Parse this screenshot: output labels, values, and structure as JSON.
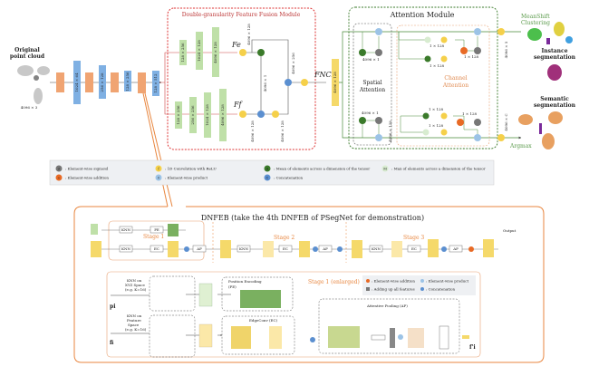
{
  "input": {
    "title_line1": "Original",
    "title_line2": "point cloud",
    "shape": "4096 × 3"
  },
  "backbone": {
    "blocks": [
      "1024 × 64",
      "256 × 128",
      "128 × 256",
      "128 × 512"
    ]
  },
  "dffm": {
    "title": "Double-granularity Feature Fusion Module",
    "fe_label": "Fe",
    "ff_label": "Ff",
    "fe_blocks": [
      "128 × 256",
      "1024 × 128",
      "4096 × 128"
    ],
    "ff_blocks": [
      "128 × 256",
      "256 × 256",
      "1024 × 128",
      "4096 × 128"
    ],
    "dims": [
      "4096 × 128",
      "4096 × 1",
      "4096 × 256",
      "4096 × 128",
      "4096 × 128"
    ],
    "fncf_label": "FNCF",
    "fncf_shape": "4096 × 128"
  },
  "attention": {
    "title": "Attention Module",
    "spatial_label_1": "Spatial",
    "spatial_label_2": "Attention",
    "channel_label_1": "Channel",
    "channel_label_2": "Attention",
    "dims": [
      "4096 × 1",
      "1 × 128",
      "1 × 128",
      "1 × 128",
      "4096 × 1",
      "4096 × 128",
      "1 × 128",
      "1 × 128",
      "1 × 128"
    ]
  },
  "outputs": {
    "meanshift_1": "MeanShift",
    "meanshift_2": "Clustering",
    "instance_1": "Instance",
    "instance_2": "segmentation",
    "semantic_1": "Semantic",
    "semantic_2": "segmentation",
    "argmax": "Argmax",
    "inst_shape": "4096 × 5",
    "sem_shape": "4096 × C"
  },
  "legend": [
    {
      "symbol": "σ",
      "color": "#777777",
      "label": ": Element-wise sigmoid"
    },
    {
      "symbol": "+",
      "color": "#e86a25",
      "label": ": Element-wise addition"
    },
    {
      "symbol": "f",
      "color": "#f5d04a",
      "label": ": 1D Convolution with ReLU"
    },
    {
      "symbol": "×",
      "color": "#9cc3e6",
      "label": ": Element-wise product"
    },
    {
      "symbol": "A",
      "color": "#3a7a2a",
      "label": ": Mean of elements across a dimension of the tensor"
    },
    {
      "symbol": "C",
      "color": "#5b8fd0",
      "label": ": Concatenation"
    },
    {
      "symbol": "M",
      "color": "#d8ecd0",
      "label": ": Max of elements across a dimension of the tensor"
    }
  ],
  "dnfeb": {
    "title": "DNFEB (take the 4th DNFEB of PSegNet for demonstration)",
    "stage1": "Stage 1",
    "stage2": "Stage 2",
    "stage3": "Stage 3",
    "output": "Output",
    "knn": "KNN",
    "pe": "PE",
    "ec": "EC",
    "ap": "AP",
    "stage1_enlarged": "Stage 1 (enlarged)",
    "knn_xyz": [
      "KNN on",
      "XYZ Space",
      "(e.g. K=16)"
    ],
    "knn_feat": [
      "KNN on",
      "Feature",
      "Space",
      "(e.g. K=16)"
    ],
    "pe_title": "Position Encoding",
    "pe_abbr": "(PE)",
    "ec_title": "EdgeConv (EC)",
    "ap_title": "Attentive Pooling (AP)",
    "p_label": "pi",
    "f_label": "fi",
    "f_out": "f'i",
    "mini_legend": [
      ": Element-wise addition",
      ": Element-wise product",
      ": Adding up all features",
      ": Concatenation"
    ]
  }
}
